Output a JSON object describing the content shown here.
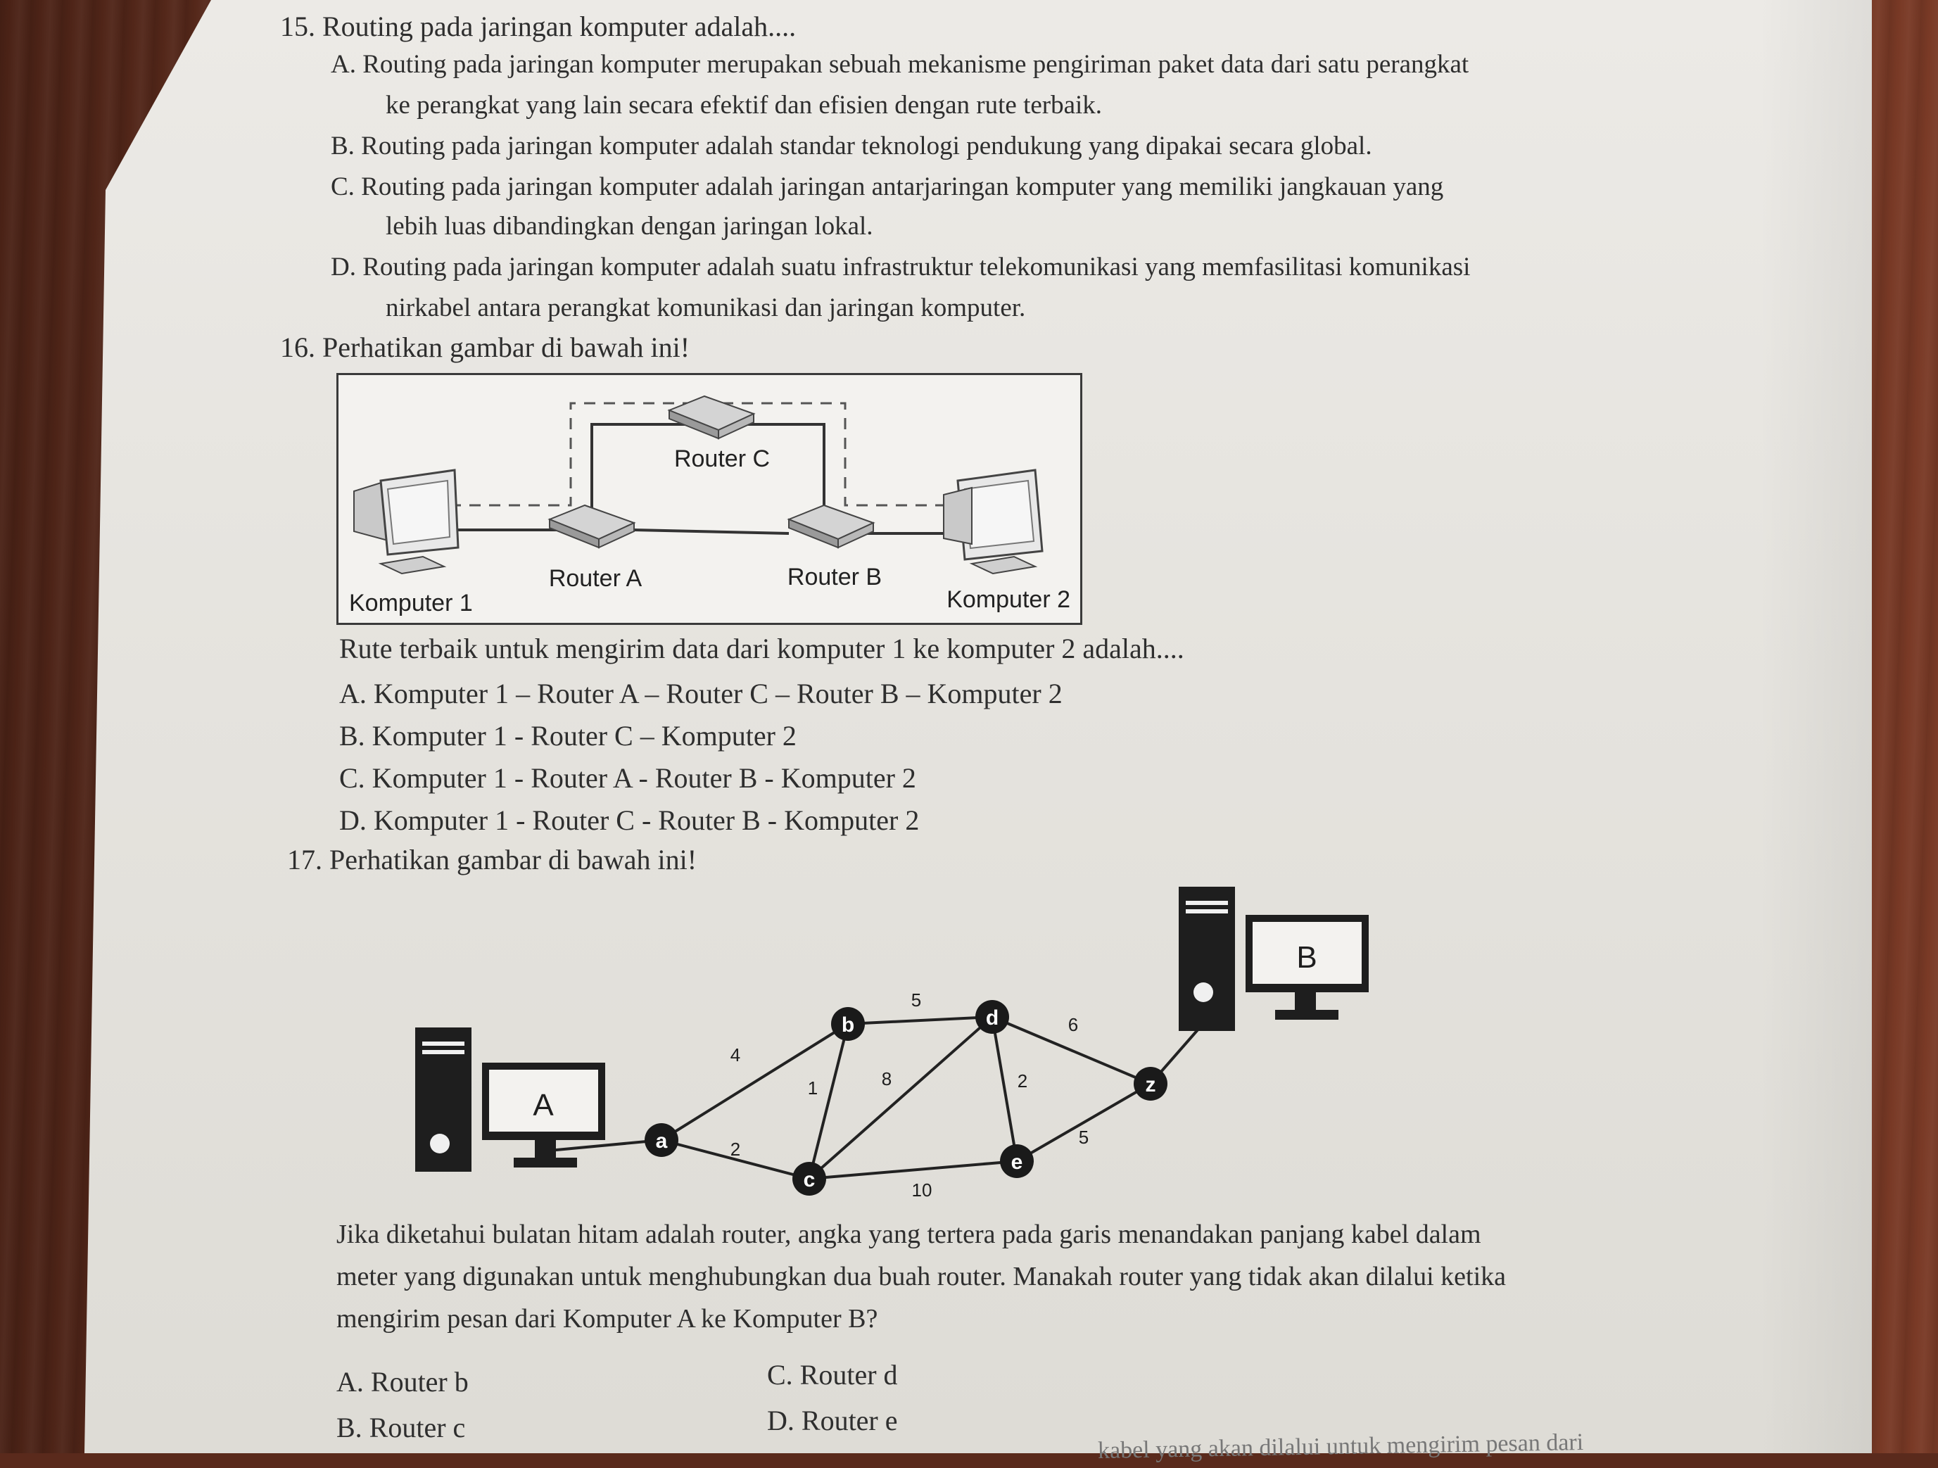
{
  "q15": {
    "question": "15. Routing pada jaringan komputer adalah....",
    "a1": "A. Routing pada jaringan komputer merupakan sebuah mekanisme pengiriman paket data dari satu perangkat",
    "a2": "ke perangkat yang lain secara efektif dan efisien dengan rute terbaik.",
    "b1": "B. Routing pada jaringan komputer adalah standar teknologi pendukung yang dipakai secara global.",
    "c1": "C. Routing pada jaringan komputer adalah jaringan antarjaringan komputer yang memiliki jangkauan yang",
    "c2": "lebih luas dibandingkan dengan jaringan lokal.",
    "d1": "D. Routing pada jaringan komputer adalah suatu infrastruktur telekomunikasi yang memfasilitasi komunikasi",
    "d2": "nirkabel antara perangkat komunikasi dan jaringan komputer."
  },
  "q16": {
    "question": "16. Perhatikan gambar di bawah ini!",
    "figure": {
      "router_c": "Router C",
      "router_a": "Router A",
      "router_b": "Router B",
      "komputer_1": "Komputer 1",
      "komputer_2": "Komputer 2"
    },
    "prompt": "Rute terbaik untuk mengirim data dari komputer 1 ke komputer 2 adalah....",
    "a": "A. Komputer 1 – Router A – Router C – Router B – Komputer 2",
    "b": "B. Komputer 1 - Router C – Komputer 2",
    "c": "C. Komputer 1 - Router A - Router B - Komputer 2",
    "d": "D. Komputer 1 - Router C - Router B - Komputer 2"
  },
  "q17": {
    "question": "17. Perhatikan gambar di bawah ini!",
    "figure": {
      "pc_a": "A",
      "pc_b": "B",
      "nodes": {
        "a": "a",
        "b": "b",
        "c": "c",
        "d": "d",
        "e": "e",
        "z": "z"
      },
      "weights": {
        "ab": "4",
        "ac": "2",
        "bd": "5",
        "bc": "1",
        "cd": "8",
        "ce": "10",
        "de": "2",
        "dz": "6",
        "ez": "5"
      }
    },
    "p1": "Jika diketahui bulatan hitam adalah router, angka yang tertera pada garis menandakan panjang kabel dalam",
    "p2": "meter yang digunakan untuk menghubungkan dua buah router. Manakah router yang tidak akan dilalui ketika",
    "p3": "mengirim pesan dari Komputer A ke Komputer B?",
    "a": "A. Router b",
    "b": "B. Router c",
    "c": "C. Router d",
    "d": "D. Router e"
  },
  "footer_fragment": "kabel yang akan dilalui untuk mengirim pesan dari"
}
